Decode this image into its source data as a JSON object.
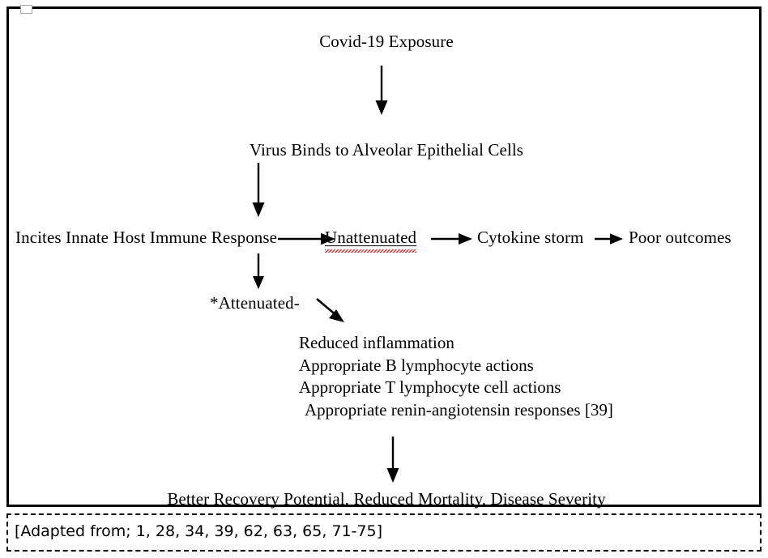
{
  "figure": {
    "nodes": {
      "exposure": "Covid-19 Exposure",
      "virus_binds": "Virus Binds to Alveolar Epithelial Cells",
      "incites": "Incites Innate Host Immune Response",
      "unattenuated": "Unattenuated",
      "cytokine_storm": "Cytokine storm",
      "poor_outcomes": "Poor outcomes",
      "attenuated": "*Attenuated-",
      "better_recovery": "Better Recovery Potential, Reduced Mortality, Disease Severity"
    },
    "benefits": [
      "Reduced inflammation",
      "Appropriate B lymphocyte actions",
      "Appropriate T lymphocyte cell actions",
      "Appropriate renin-angiotensin responses [39]"
    ],
    "arrows": [
      {
        "name": "exposure-to-virus-binds",
        "direction": "down"
      },
      {
        "name": "virus-binds-to-incites",
        "direction": "down"
      },
      {
        "name": "incites-to-unattenuated",
        "direction": "right"
      },
      {
        "name": "unattenuated-to-cytokine-storm",
        "direction": "right"
      },
      {
        "name": "cytokine-storm-to-poor-outcomes",
        "direction": "right"
      },
      {
        "name": "incites-to-attenuated",
        "direction": "down"
      },
      {
        "name": "attenuated-to-benefits",
        "direction": "down-right"
      },
      {
        "name": "benefits-to-better-recovery",
        "direction": "down"
      }
    ],
    "spellcheck_flagged_word": "Unattenuated"
  },
  "caption": {
    "text": "[Adapted from; 1, 28, 34, 39, 62, 63, 65, 71-75]"
  },
  "colors": {
    "text": "#000000",
    "frame": "#000000",
    "spellcheck_underline": "#e03030",
    "anchor_marker": "#a6a6a6",
    "background": "#ffffff"
  }
}
